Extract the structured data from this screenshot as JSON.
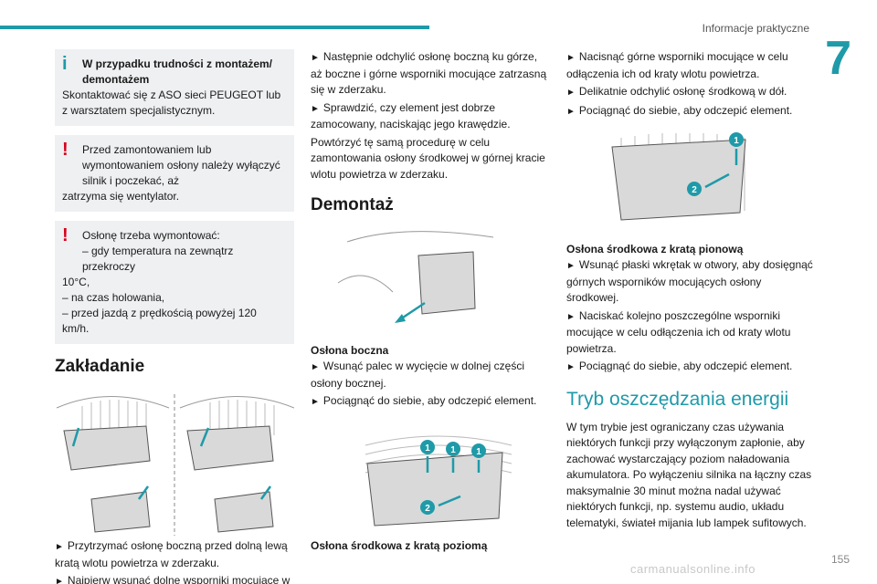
{
  "header": {
    "section": "Informacje praktyczne",
    "chapter": "7",
    "page": "155"
  },
  "watermark": "carmanualsonline.info",
  "col1": {
    "info_title": "W przypadku trudności z montażem/ demontażem",
    "info_text": "Skontaktować się z ASO sieci PEUGEOT lub z warsztatem specjalistycznym.",
    "warn1_text_a": "Przed zamontowaniem lub wymontowaniem osłony należy wyłączyć silnik i poczekać, aż",
    "warn1_text_b": "zatrzyma się wentylator.",
    "warn2_lines": [
      "Osłonę trzeba wymontować:",
      "–  gdy temperatura na zewnątrz przekroczy",
      "10°C,",
      "–  na czas holowania,",
      "–  przed jazdą z prędkością powyżej 120 km/h."
    ],
    "section_title": "Zakładanie",
    "steps": [
      "Przytrzymać osłonę boczną przed dolną lewą kratą wlotu powietrza w zderzaku.",
      "Najpierw wsunąć dolne wsporniki mocujące w zderzak."
    ]
  },
  "col2": {
    "steps": [
      "Następnie odchylić osłonę boczną ku górze, aż boczne i górne wsporniki mocujące zatrzasną się w zderzaku.",
      "Sprawdzić, czy element jest dobrze zamocowany, naciskając jego krawędzie."
    ],
    "repeat_text": "Powtórzyć tę samą procedurę w celu zamontowania osłony środkowej w górnej kracie wlotu powietrza w zderzaku.",
    "section_title": "Demontaż",
    "caption1": "Osłona boczna",
    "steps2": [
      "Wsunąć palec w wycięcie w dolnej części osłony bocznej.",
      "Pociągnąć do siebie, aby odczepić element."
    ],
    "caption2": "Osłona środkowa z kratą poziomą"
  },
  "col3": {
    "steps": [
      "Nacisnąć górne wsporniki mocujące w celu odłączenia ich od kraty wlotu powietrza.",
      "Delikatnie odchylić osłonę środkową w dół.",
      "Pociągnąć do siebie, aby odczepić element."
    ],
    "caption": "Osłona środkowa z kratą pionową",
    "steps2": [
      "Wsunąć płaski wkrętak w otwory, aby dosięgnąć górnych wsporników mocujących osłony środkowej.",
      "Naciskać kolejno poszczególne wsporniki mocujące w celu odłączenia ich od kraty wlotu powietrza.",
      "Pociągnąć do siebie, aby odczepić element."
    ],
    "section_title": "Tryb oszczędzania energii",
    "body": "W tym trybie jest ograniczany czas używania niektórych funkcji przy wyłączonym zapłonie, aby zachować wystarczający poziom naładowania akumulatora. Po wyłączeniu silnika na łączny czas maksymalnie 30 minut można nadal używać niektórych funkcji, np. systemu audio, układu telematyki, świateł mijania lub lampek sufitowych."
  },
  "colors": {
    "accent": "#1f9aa8",
    "warning": "#d6001c",
    "box_bg": "#eef0f2"
  },
  "icons": {
    "info": "info-icon",
    "warning": "exclamation-icon",
    "step": "triangle-right-icon"
  }
}
